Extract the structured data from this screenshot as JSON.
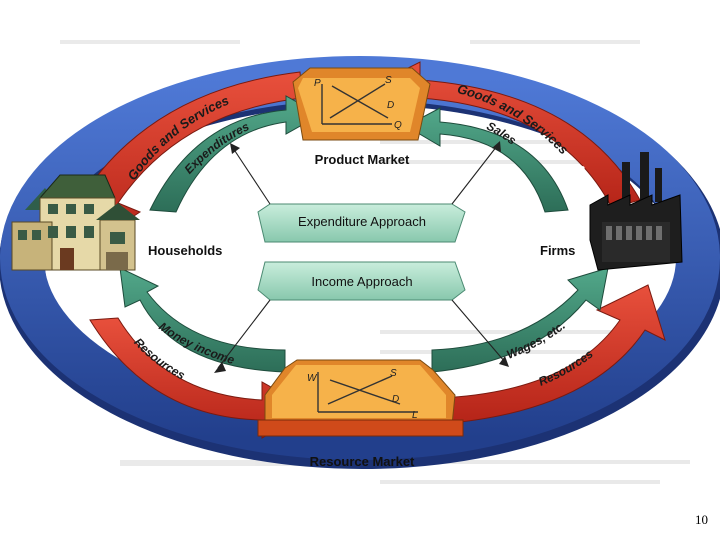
{
  "diagram": {
    "product_market": "Product Market",
    "resource_market": "Resource Market",
    "households": "Households",
    "firms": "Firms",
    "expenditure_approach": "Expenditure Approach",
    "income_approach": "Income Approach",
    "flows": {
      "goods_services_top_left": "Goods and Services",
      "expenditures": "Expenditures",
      "goods_services_top_right": "Goods and Services",
      "sales": "Sales",
      "money_income": "Money income",
      "resources_bottom_left": "Resources",
      "wages_etc": "Wages, etc.",
      "resources_bottom_right": "Resources"
    },
    "dollar": "$",
    "product_graph": {
      "y_axis": "P",
      "x_axis": "Q",
      "supply": "S",
      "demand": "D"
    },
    "resource_graph": {
      "y_axis": "W",
      "x_axis": "L",
      "supply": "S",
      "demand": "D"
    }
  },
  "page_number": "10",
  "colors": {
    "red_flow": "#d4301f",
    "green_flow": "#3d8a72",
    "blue_ring": "#3357b0",
    "market_box": "#f4a83a",
    "approach_box": "#a9dcc6"
  }
}
